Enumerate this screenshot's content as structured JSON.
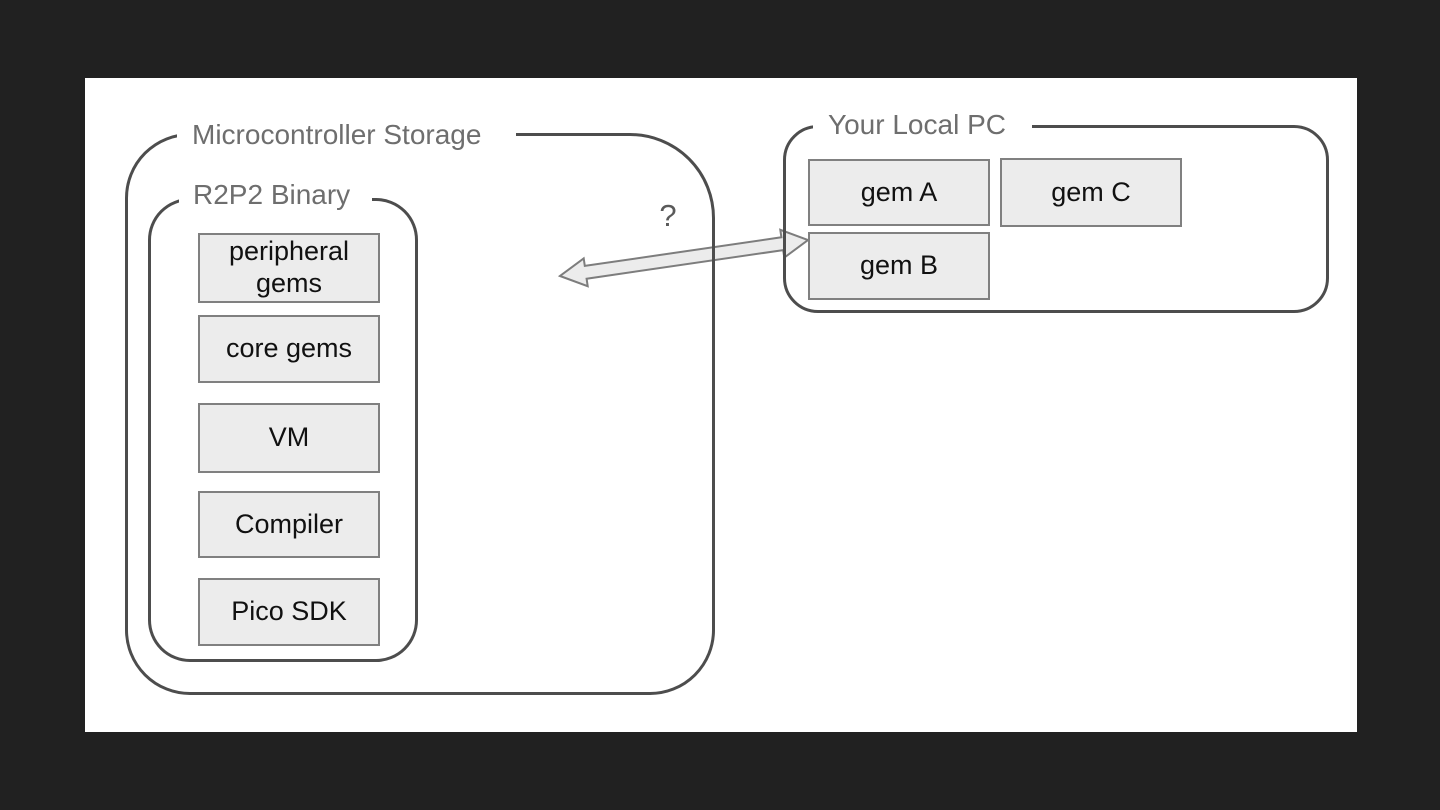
{
  "colors": {
    "canvas_background": "#212121",
    "slide_background": "#ffffff",
    "container_border": "#4d4d4d",
    "container_label_text": "#6e6e6e",
    "box_fill": "#ececec",
    "box_border": "#808080",
    "box_text": "#111111",
    "arrow_fill": "#ececec",
    "arrow_stroke": "#7d7d7d",
    "question_mark_color": "#5a5a5a"
  },
  "diagram": {
    "microcontroller_storage": {
      "label": "Microcontroller Storage",
      "r2p2_binary": {
        "label": "R2P2 Binary",
        "boxes": [
          "peripheral gems",
          "core gems",
          "VM",
          "Compiler",
          "Pico SDK"
        ]
      }
    },
    "local_pc": {
      "label": "Your Local PC",
      "boxes": [
        "gem A",
        "gem C",
        "gem B"
      ]
    },
    "connection": {
      "label": "?",
      "type": "double-headed-arrow"
    }
  }
}
